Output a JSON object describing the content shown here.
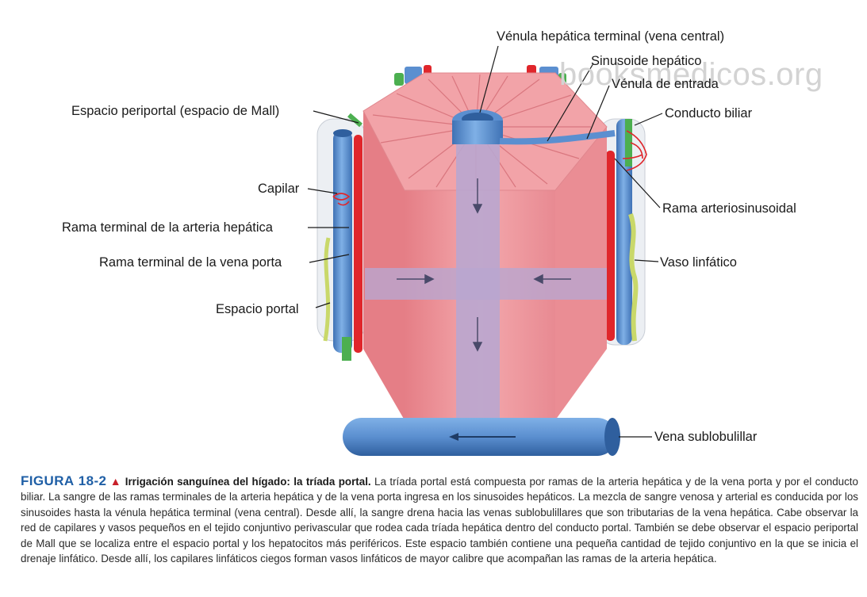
{
  "watermark": "booksmedicos.org",
  "labels": {
    "venula_hepatica_terminal": "Vénula hepática terminal (vena central)",
    "sinusoide_hepatico": "Sinusoide hepático",
    "venula_entrada": "Vénula de entrada",
    "conducto_biliar": "Conducto biliar",
    "espacio_periportal": "Espacio periportal (espacio de Mall)",
    "capilar": "Capilar",
    "rama_arteria_hepatica": "Rama terminal de la arteria hepática",
    "rama_arteriosinusoidal": "Rama arteriosinusoidal",
    "rama_vena_porta": "Rama terminal de la vena porta",
    "vaso_linfatico": "Vaso linfático",
    "espacio_portal": "Espacio portal",
    "vena_sublobulillar": "Vena sublobulillar"
  },
  "caption": {
    "figure_number": "FIGURA 18-2",
    "marker": "▲",
    "title": "Irrigación sanguínea del hígado: la tríada portal.",
    "body": "La tríada portal está compuesta por ramas de la arteria hepática y de la vena porta y por el conducto biliar. La sangre de las ramas terminales de la arteria hepática y de la vena porta ingresa en los sinusoides hepáticos. La mezcla de sangre venosa y arterial es conducida por los sinusoides hasta la vénula hepática terminal (vena central). Desde allí, la sangre drena hacia las venas sublobulillares que son tributarias de la vena hepática. Cabe observar la red de capilares y vasos pequeños en el tejido conjuntivo perivascular que rodea cada tríada hepática dentro del conducto portal. También se debe observar el espacio periportal de Mall que se localiza entre el espacio portal y los hepatocitos más periféricos. Este espacio también contiene una pequeña cantidad de tejido conjuntivo en la que se inicia el drenaje linfático. Desde allí, los capilares linfáticos ciegos forman vasos linfáticos de mayor calibre que acompañan las ramas de la arteria hepática."
  },
  "colors": {
    "lobule": "#ef8f96",
    "lobule_top": "#f2a3a8",
    "vein": "#5b8fd0",
    "artery": "#e0262b",
    "bile_duct": "#4caf50",
    "lymph": "#c9d86a",
    "central_channel": "#b9a6cf"
  }
}
